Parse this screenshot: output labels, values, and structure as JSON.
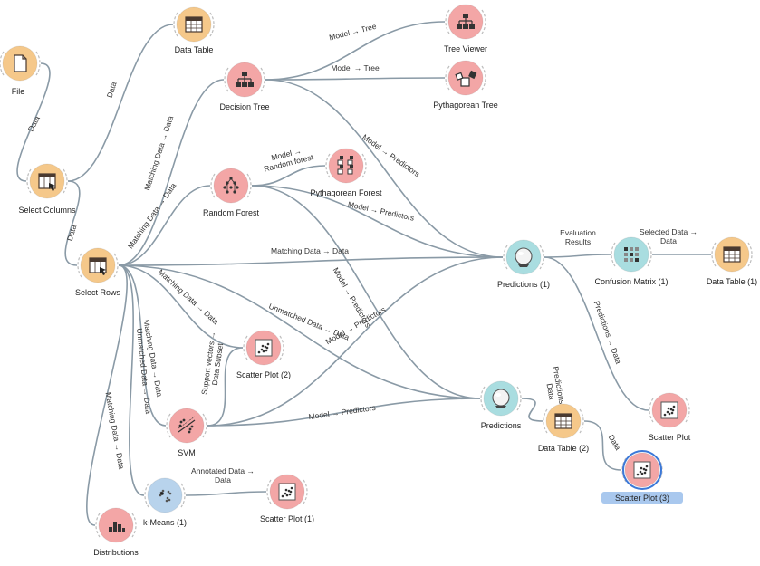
{
  "colors": {
    "data": "#f5c88a",
    "model": "#f3a6a6",
    "eval": "#a9dde0",
    "unsup": "#b8d3ec",
    "edge": "#8a9aa6",
    "selected": "#a9c8ee"
  },
  "nodes": [
    {
      "id": "file",
      "label": "File",
      "icon": "file-icon",
      "cat": "data",
      "selected": false
    },
    {
      "id": "data_table",
      "label": "Data Table",
      "icon": "table-icon",
      "cat": "data",
      "selected": false
    },
    {
      "id": "select_columns",
      "label": "Select Columns",
      "icon": "select-columns-icon",
      "cat": "data",
      "selected": false
    },
    {
      "id": "decision_tree",
      "label": "Decision Tree",
      "icon": "tree-icon",
      "cat": "model",
      "selected": false
    },
    {
      "id": "tree_viewer",
      "label": "Tree Viewer",
      "icon": "tree-viewer-icon",
      "cat": "model",
      "selected": false
    },
    {
      "id": "pythagorean_tree",
      "label": "Pythagorean Tree",
      "icon": "pythagorean-tree-icon",
      "cat": "model",
      "selected": false
    },
    {
      "id": "random_forest",
      "label": "Random Forest",
      "icon": "forest-icon",
      "cat": "model",
      "selected": false
    },
    {
      "id": "pythagorean_forest",
      "label": "Pythagorean Forest",
      "icon": "pythagorean-forest-icon",
      "cat": "model",
      "selected": false
    },
    {
      "id": "select_rows",
      "label": "Select Rows",
      "icon": "select-rows-icon",
      "cat": "data",
      "selected": false
    },
    {
      "id": "predictions_1",
      "label": "Predictions (1)",
      "icon": "crystal-ball-icon",
      "cat": "eval",
      "selected": false
    },
    {
      "id": "confusion_matrix",
      "label": "Confusion Matrix (1)",
      "icon": "confusion-matrix-icon",
      "cat": "eval",
      "selected": false
    },
    {
      "id": "data_table_1",
      "label": "Data Table (1)",
      "icon": "table-icon",
      "cat": "data",
      "selected": false
    },
    {
      "id": "scatter_plot_2",
      "label": "Scatter Plot (2)",
      "icon": "scatter-icon",
      "cat": "model",
      "selected": false
    },
    {
      "id": "svm",
      "label": "SVM",
      "icon": "svm-icon",
      "cat": "model",
      "selected": false
    },
    {
      "id": "predictions",
      "label": "Predictions",
      "icon": "crystal-ball-icon",
      "cat": "eval",
      "selected": false
    },
    {
      "id": "data_table_2",
      "label": "Data Table (2)",
      "icon": "table-icon",
      "cat": "data",
      "selected": false
    },
    {
      "id": "scatter_plot",
      "label": "Scatter Plot",
      "icon": "scatter-icon",
      "cat": "model",
      "selected": false
    },
    {
      "id": "scatter_plot_3",
      "label": "Scatter Plot (3)",
      "icon": "scatter-icon",
      "cat": "model",
      "selected": true
    },
    {
      "id": "kmeans",
      "label": "k-Means (1)",
      "icon": "kmeans-icon",
      "cat": "unsup",
      "selected": false
    },
    {
      "id": "scatter_plot_1",
      "label": "Scatter Plot (1)",
      "icon": "scatter-icon",
      "cat": "model",
      "selected": false
    },
    {
      "id": "distributions",
      "label": "Distributions",
      "icon": "histogram-icon",
      "cat": "model",
      "selected": false
    }
  ],
  "edges": [
    {
      "from": "file",
      "to": "select_columns",
      "label": [
        "Data"
      ]
    },
    {
      "from": "select_columns",
      "to": "data_table",
      "label": [
        "Data"
      ]
    },
    {
      "from": "select_columns",
      "to": "select_rows",
      "label": [
        "Data"
      ]
    },
    {
      "from": "select_rows",
      "to": "decision_tree",
      "label": [
        "Matching Data → Data"
      ]
    },
    {
      "from": "select_rows",
      "to": "random_forest",
      "label": [
        "Matching Data → Data"
      ]
    },
    {
      "from": "decision_tree",
      "to": "tree_viewer",
      "label": [
        "Model → Tree"
      ]
    },
    {
      "from": "decision_tree",
      "to": "pythagorean_tree",
      "label": [
        "Model → Tree"
      ]
    },
    {
      "from": "decision_tree",
      "to": "predictions_1",
      "label": [
        "Model → Predictors"
      ]
    },
    {
      "from": "random_forest",
      "to": "pythagorean_forest",
      "label": [
        "Model →",
        "Random forest"
      ]
    },
    {
      "from": "random_forest",
      "to": "predictions_1",
      "label": [
        "Model → Predictors"
      ]
    },
    {
      "from": "random_forest",
      "to": "predictions",
      "label": [
        "Model → Predictors"
      ]
    },
    {
      "from": "select_rows",
      "to": "predictions_1",
      "label": [
        "Matching Data → Data"
      ]
    },
    {
      "from": "predictions_1",
      "to": "confusion_matrix",
      "label": [
        "Evaluation",
        "Results"
      ]
    },
    {
      "from": "confusion_matrix",
      "to": "data_table_1",
      "label": [
        "Selected Data →",
        "Data"
      ]
    },
    {
      "from": "predictions_1",
      "to": "scatter_plot",
      "label": [
        "Predictions → Data"
      ]
    },
    {
      "from": "select_rows",
      "to": "scatter_plot_2",
      "label": [
        "Matching Data → Data"
      ]
    },
    {
      "from": "select_rows",
      "to": "predictions",
      "label": [
        "Unmatched Data → Data"
      ]
    },
    {
      "from": "select_rows",
      "to": "svm",
      "label": [
        "Matching Data → Data"
      ]
    },
    {
      "from": "select_rows",
      "to": "kmeans",
      "label": [
        "Unmatched Data → Data"
      ]
    },
    {
      "from": "select_rows",
      "to": "distributions",
      "label": [
        "Matching Data → Data"
      ]
    },
    {
      "from": "svm",
      "to": "scatter_plot_2",
      "label": [
        "Support vectors →",
        "Data Subset"
      ]
    },
    {
      "from": "svm",
      "to": "predictions_1",
      "label": [
        "Model → Predictors"
      ]
    },
    {
      "from": "svm",
      "to": "predictions",
      "label": [
        "Model → Predictors"
      ]
    },
    {
      "from": "predictions",
      "to": "data_table_2",
      "label": [
        "Predictions →",
        "Data"
      ]
    },
    {
      "from": "data_table_2",
      "to": "scatter_plot_3",
      "label": [
        "Data"
      ]
    },
    {
      "from": "kmeans",
      "to": "scatter_plot_1",
      "label": [
        "Annotated Data →",
        "Data"
      ]
    }
  ]
}
